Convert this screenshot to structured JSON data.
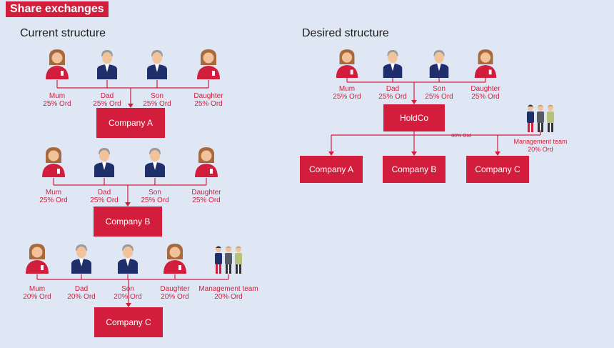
{
  "header": {
    "title": "Share exchanges"
  },
  "current": {
    "title": "Current structure",
    "groups": [
      {
        "owners": [
          {
            "name": "Mum",
            "share": "25% Ord",
            "icon": "woman-icon"
          },
          {
            "name": "Dad",
            "share": "25% Ord",
            "icon": "man-icon"
          },
          {
            "name": "Son",
            "share": "25% Ord",
            "icon": "man-icon"
          },
          {
            "name": "Daughter",
            "share": "25% Ord",
            "icon": "woman-icon"
          }
        ],
        "company": "Company A"
      },
      {
        "owners": [
          {
            "name": "Mum",
            "share": "25% Ord",
            "icon": "woman-icon"
          },
          {
            "name": "Dad",
            "share": "25% Ord",
            "icon": "man-icon"
          },
          {
            "name": "Son",
            "share": "25% Ord",
            "icon": "man-icon"
          },
          {
            "name": "Daughter",
            "share": "25% Ord",
            "icon": "woman-icon"
          }
        ],
        "company": "Company B"
      },
      {
        "owners": [
          {
            "name": "Mum",
            "share": "20% Ord",
            "icon": "woman-icon"
          },
          {
            "name": "Dad",
            "share": "20% Ord",
            "icon": "man-icon"
          },
          {
            "name": "Son",
            "share": "20% Ord",
            "icon": "man-icon"
          },
          {
            "name": "Daughter",
            "share": "20% Ord",
            "icon": "woman-icon"
          },
          {
            "name": "Management team",
            "share": "20% Ord",
            "icon": "group-icon"
          }
        ],
        "company": "Company C"
      }
    ]
  },
  "desired": {
    "title": "Desired structure",
    "owners": [
      {
        "name": "Mum",
        "share": "25% Ord",
        "icon": "woman-icon"
      },
      {
        "name": "Dad",
        "share": "25% Ord",
        "icon": "man-icon"
      },
      {
        "name": "Son",
        "share": "25% Ord",
        "icon": "man-icon"
      },
      {
        "name": "Daughter",
        "share": "25% Ord",
        "icon": "woman-icon"
      }
    ],
    "holdco": "HoldCo",
    "branch_label": "80% Ord",
    "management": {
      "name": "Management team",
      "share": "20% Ord",
      "icon": "group-icon"
    },
    "companies": [
      "Company A",
      "Company B",
      "Company C"
    ]
  },
  "colors": {
    "accent": "#d21e3c",
    "line": "#d21e3c",
    "label": "#d21e3c",
    "background": "#dfe7f5",
    "suit": "#1f2f6b",
    "hair": "#a86a3c",
    "skin": "#f2c29b",
    "grey_hair": "#9a9a9a"
  }
}
